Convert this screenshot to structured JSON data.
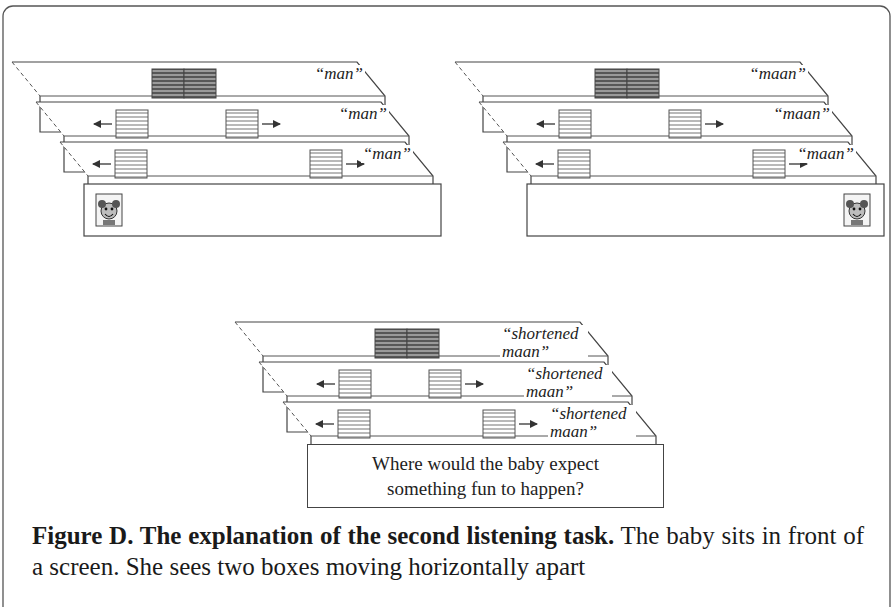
{
  "diagram": {
    "title": "Figure D. The explanation of the second listening task.",
    "caption": "The baby sits in front of a screen. She sees two boxes moving horizontally apart",
    "nodes": [
      {
        "text": [
          "Where would the baby expect something fun to happen?"
        ]
      }
    ],
    "labels": [
      "“man”",
      "“man”",
      "“man”",
      "“maan”",
      "“maan”",
      "“maan”",
      "“shortened maan”",
      "“shortened maan”",
      "“shortened maan”"
    ]
  }
}
